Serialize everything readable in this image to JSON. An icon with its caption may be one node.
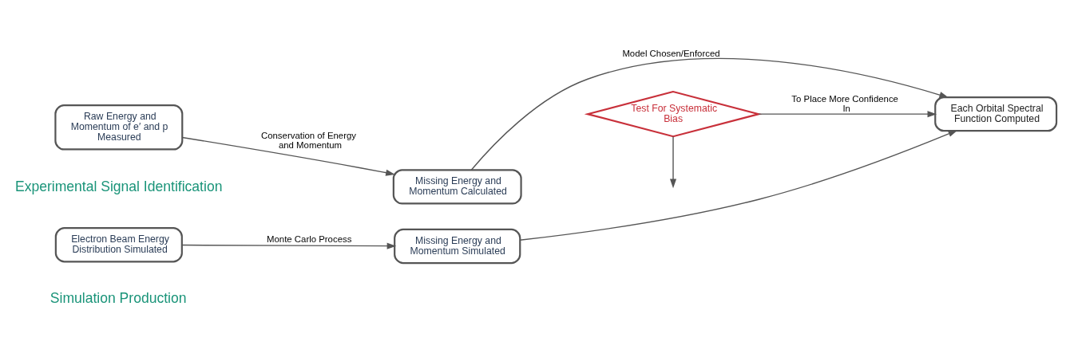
{
  "diagram": {
    "nodes": [
      {
        "text": [
          "Raw Energy and Momentum of e′ and p Measured"
        ]
      },
      {
        "text": [
          "Missing Energy and Momentum Calculated"
        ]
      },
      {
        "text": [
          "Electron Beam Energy Distribution Simulated"
        ]
      },
      {
        "text": [
          "Missing Energy and Momentum Simulated"
        ]
      },
      {
        "text": [
          "Each Orbital Spectral Function Computed"
        ]
      },
      {
        "text": [
          "Test For Systematic Bias"
        ]
      }
    ],
    "edges": [
      {
        "from": 0,
        "to": 1,
        "arrow": "to",
        "label": "Conservation of Energy and Momentum"
      },
      {
        "from": 2,
        "to": 3,
        "arrow": "to",
        "label": "Monte Carlo Process"
      },
      {
        "from": 1,
        "to": 4,
        "arrow": "to",
        "label": "Model Chosen/Enforced"
      },
      {
        "from": 3,
        "to": 4,
        "arrow": "to"
      },
      {
        "from": 5,
        "to": null,
        "arrow": "to"
      },
      {
        "from": 5,
        "to": 4,
        "arrow": "to",
        "label": "To Place More Confidence In"
      }
    ],
    "labels": [
      "Experimental Signal Identification",
      "Simulation Production"
    ]
  }
}
